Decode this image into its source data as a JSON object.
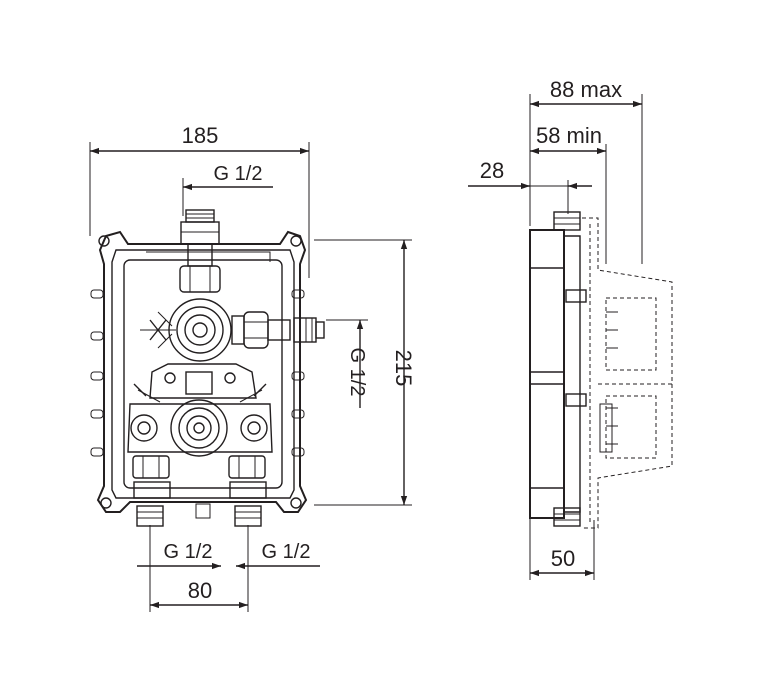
{
  "front_view": {
    "width_label": "185",
    "height_label": "215",
    "top_thread_label": "G 1/2",
    "side_thread_label": "G 1/2",
    "bottom_left_thread_label": "G 1/2",
    "bottom_right_thread_label": "G 1/2",
    "bottom_spacing_label": "80"
  },
  "side_view": {
    "max_depth_label": "88 max",
    "min_depth_label": "58 min",
    "offset_label": "28",
    "base_depth_label": "50"
  },
  "colors": {
    "ink": "#231f20",
    "background": "#ffffff"
  }
}
